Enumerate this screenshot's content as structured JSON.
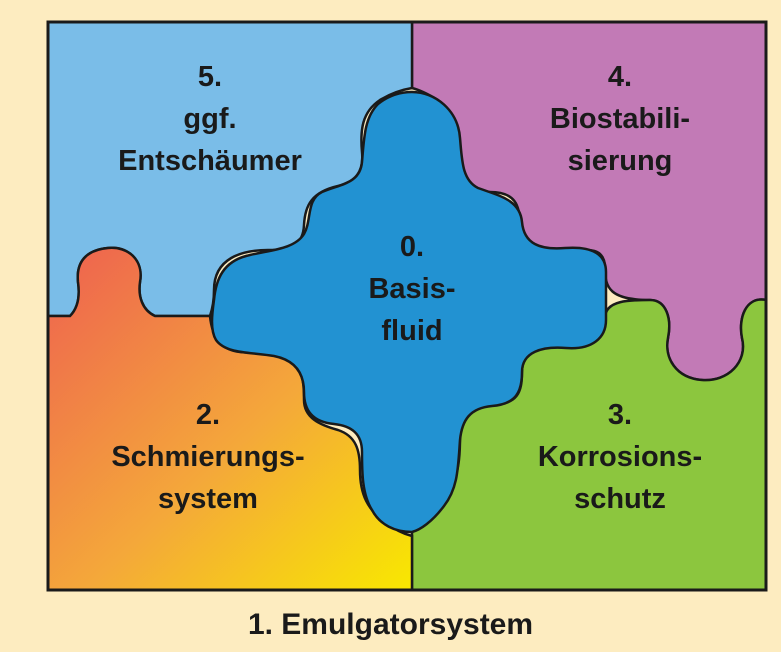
{
  "pieces": {
    "basisfluid": {
      "number": "0.",
      "lines": [
        "Basis-",
        "fluid"
      ],
      "color": "#2292d2"
    },
    "entschaeumer": {
      "number": "5.",
      "lines": [
        "ggf.",
        "Entschäumer"
      ],
      "color": "#7abde8"
    },
    "biostabilisierung": {
      "number": "4.",
      "lines": [
        "Biostabili-",
        "sierung"
      ],
      "color": "#c27ab6"
    },
    "schmierungssystem": {
      "number": "2.",
      "lines": [
        "Schmierungs-",
        "system"
      ],
      "gradient_from": "#ee6050",
      "gradient_to": "#f8e800"
    },
    "korrosionsschutz": {
      "number": "3.",
      "lines": [
        "Korrosions-",
        "schutz"
      ],
      "color": "#8cc63e"
    }
  },
  "caption": "1. Emulgatorsystem",
  "colors": {
    "background": "#fdecc0",
    "outline": "#1a1a1a"
  }
}
